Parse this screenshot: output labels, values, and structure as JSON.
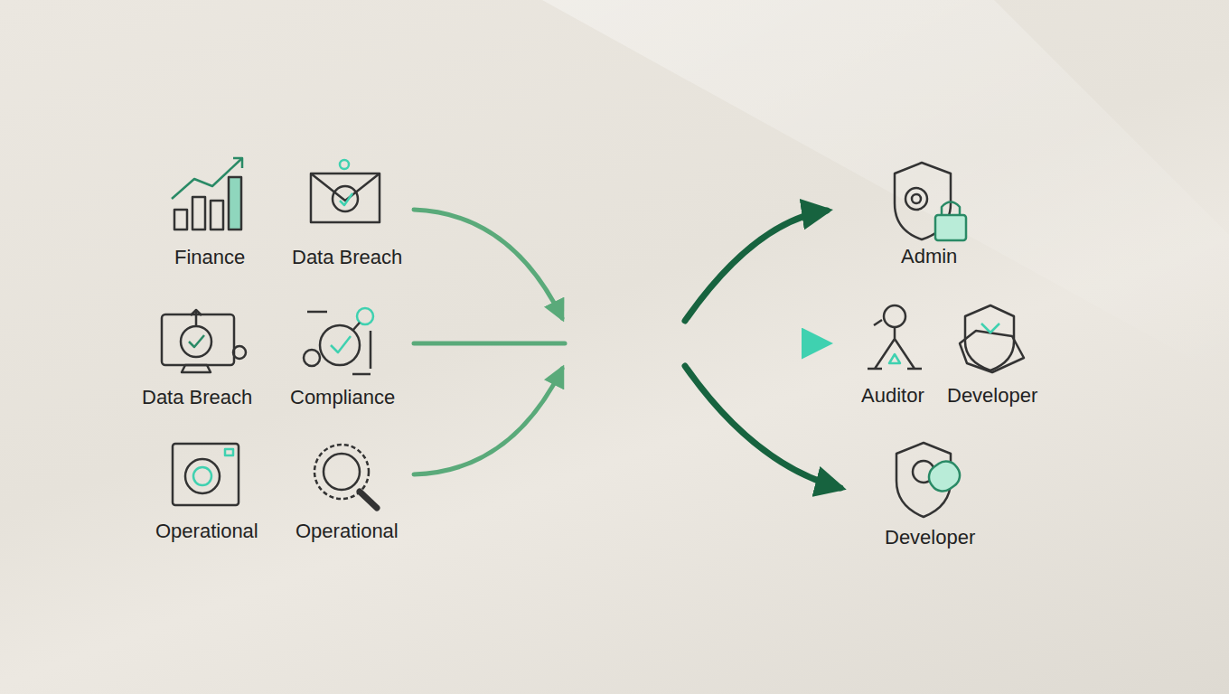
{
  "diagram": {
    "labels": [
      "Finance",
      "Data Breach",
      "Admin",
      "Data Breach",
      "Compliance",
      "Auditor",
      "Developer",
      "Operational",
      "Operational",
      "Developer"
    ]
  }
}
